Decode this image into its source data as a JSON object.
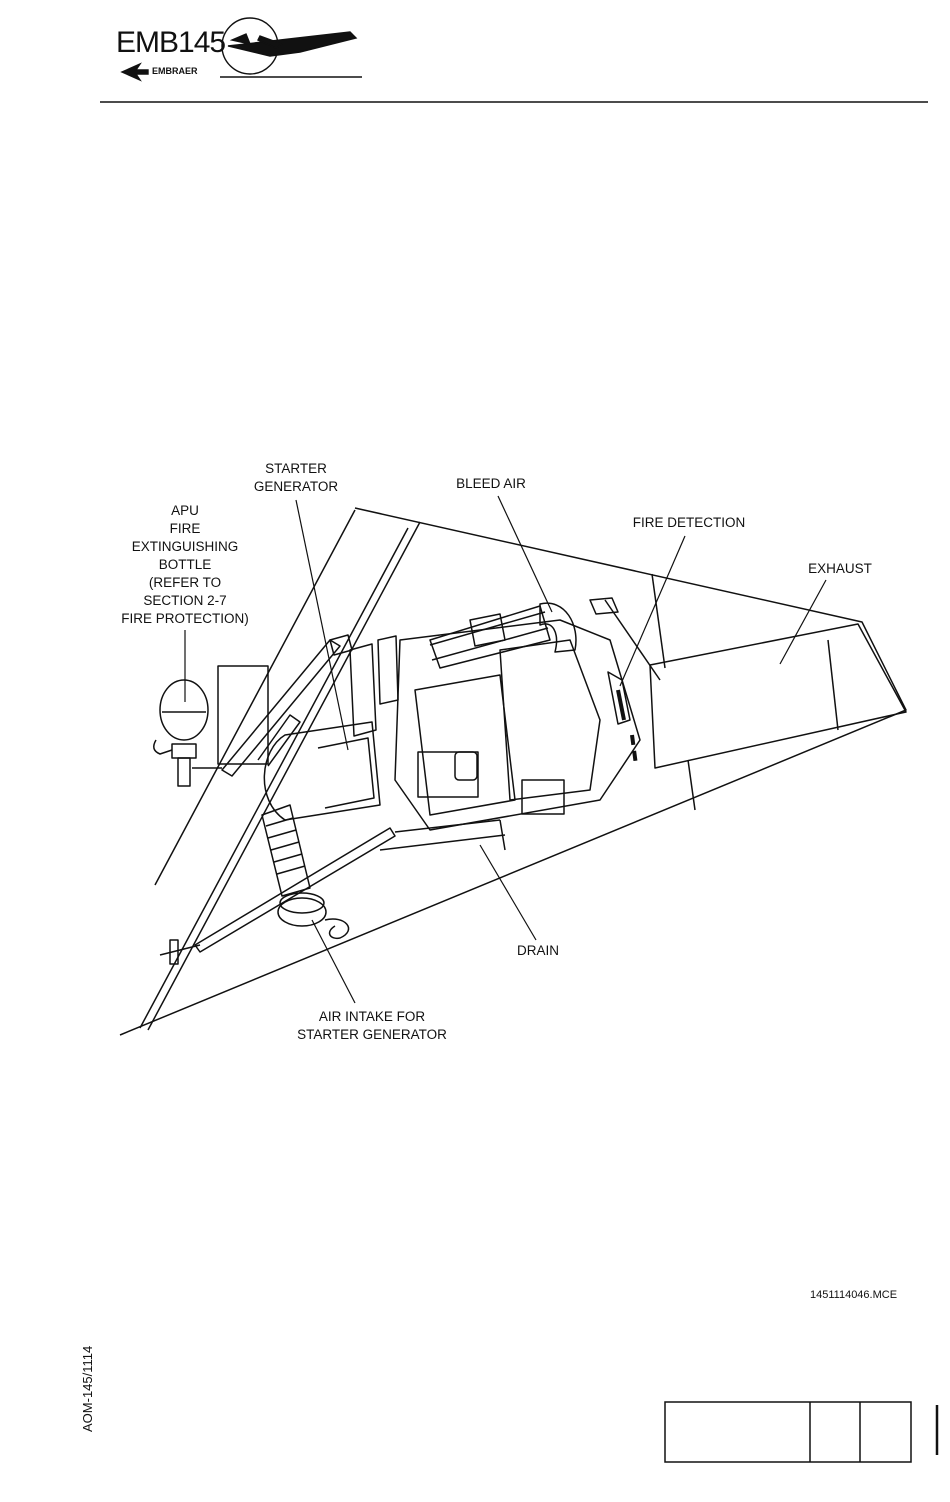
{
  "header": {
    "logo_model": "EMB145",
    "logo_brand": "EMBRAER"
  },
  "figure": {
    "labels": {
      "starter_generator": "STARTER\nGENERATOR",
      "bleed_air": "BLEED  AIR",
      "fire_detection": "FIRE  DETECTION",
      "exhaust": "EXHAUST",
      "apu_fire_bottle": "APU\nFIRE\nEXTINGUISHING\nBOTTLE\n(REFER  TO\nSECTION  2-7\nFIRE  PROTECTION)",
      "drain": "DRAIN",
      "air_intake": "AIR  INTAKE  FOR\nSTARTER  GENERATOR"
    },
    "reference_code": "1451114046.MCE"
  },
  "footer": {
    "doc_id": "AOM-145/1114"
  }
}
